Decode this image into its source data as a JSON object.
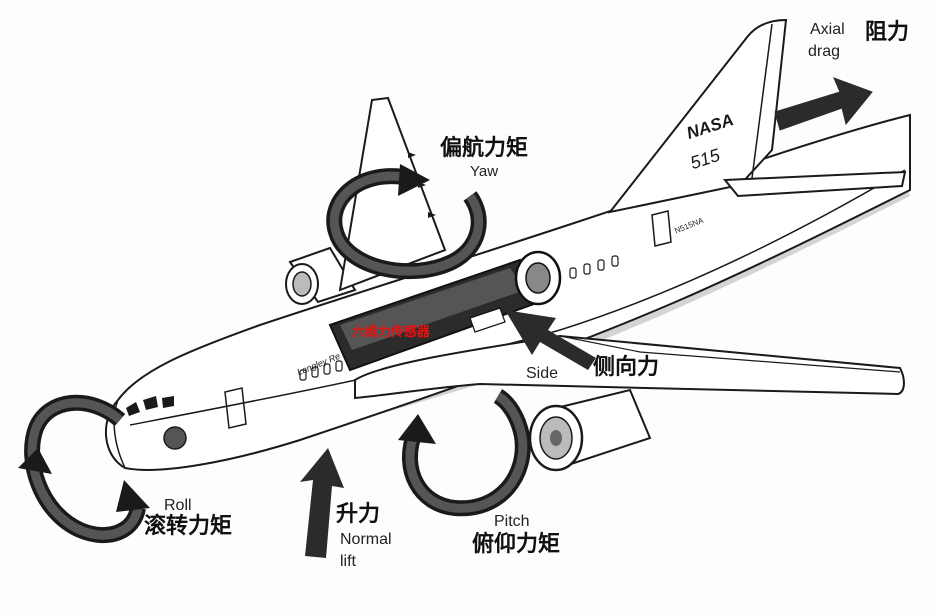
{
  "labels": {
    "axial_en_1": "Axial",
    "axial_en_2": "drag",
    "axial_zh": "阻力",
    "yaw_zh": "偏航力矩",
    "yaw_en": "Yaw",
    "sensor_zh": "六维力传感器",
    "side_en": "Side",
    "side_zh": "侧向力",
    "roll_en": "Roll",
    "roll_zh": "滚转力矩",
    "lift_zh": "升力",
    "lift_en_1": "Normal",
    "lift_en_2": "lift",
    "pitch_en": "Pitch",
    "pitch_zh": "俯仰力矩"
  },
  "markings": {
    "tail_brand": "NASA",
    "tail_number": "515",
    "fuselage_text": "Langley Re",
    "registration": "N515NA"
  },
  "colors": {
    "arrow": "#2b2b2b",
    "sensor_label": "#e81010",
    "aircraft_fill": "#ffffff",
    "lower_fuselage": "#d4d4d4",
    "outline": "#1a1a1a"
  }
}
